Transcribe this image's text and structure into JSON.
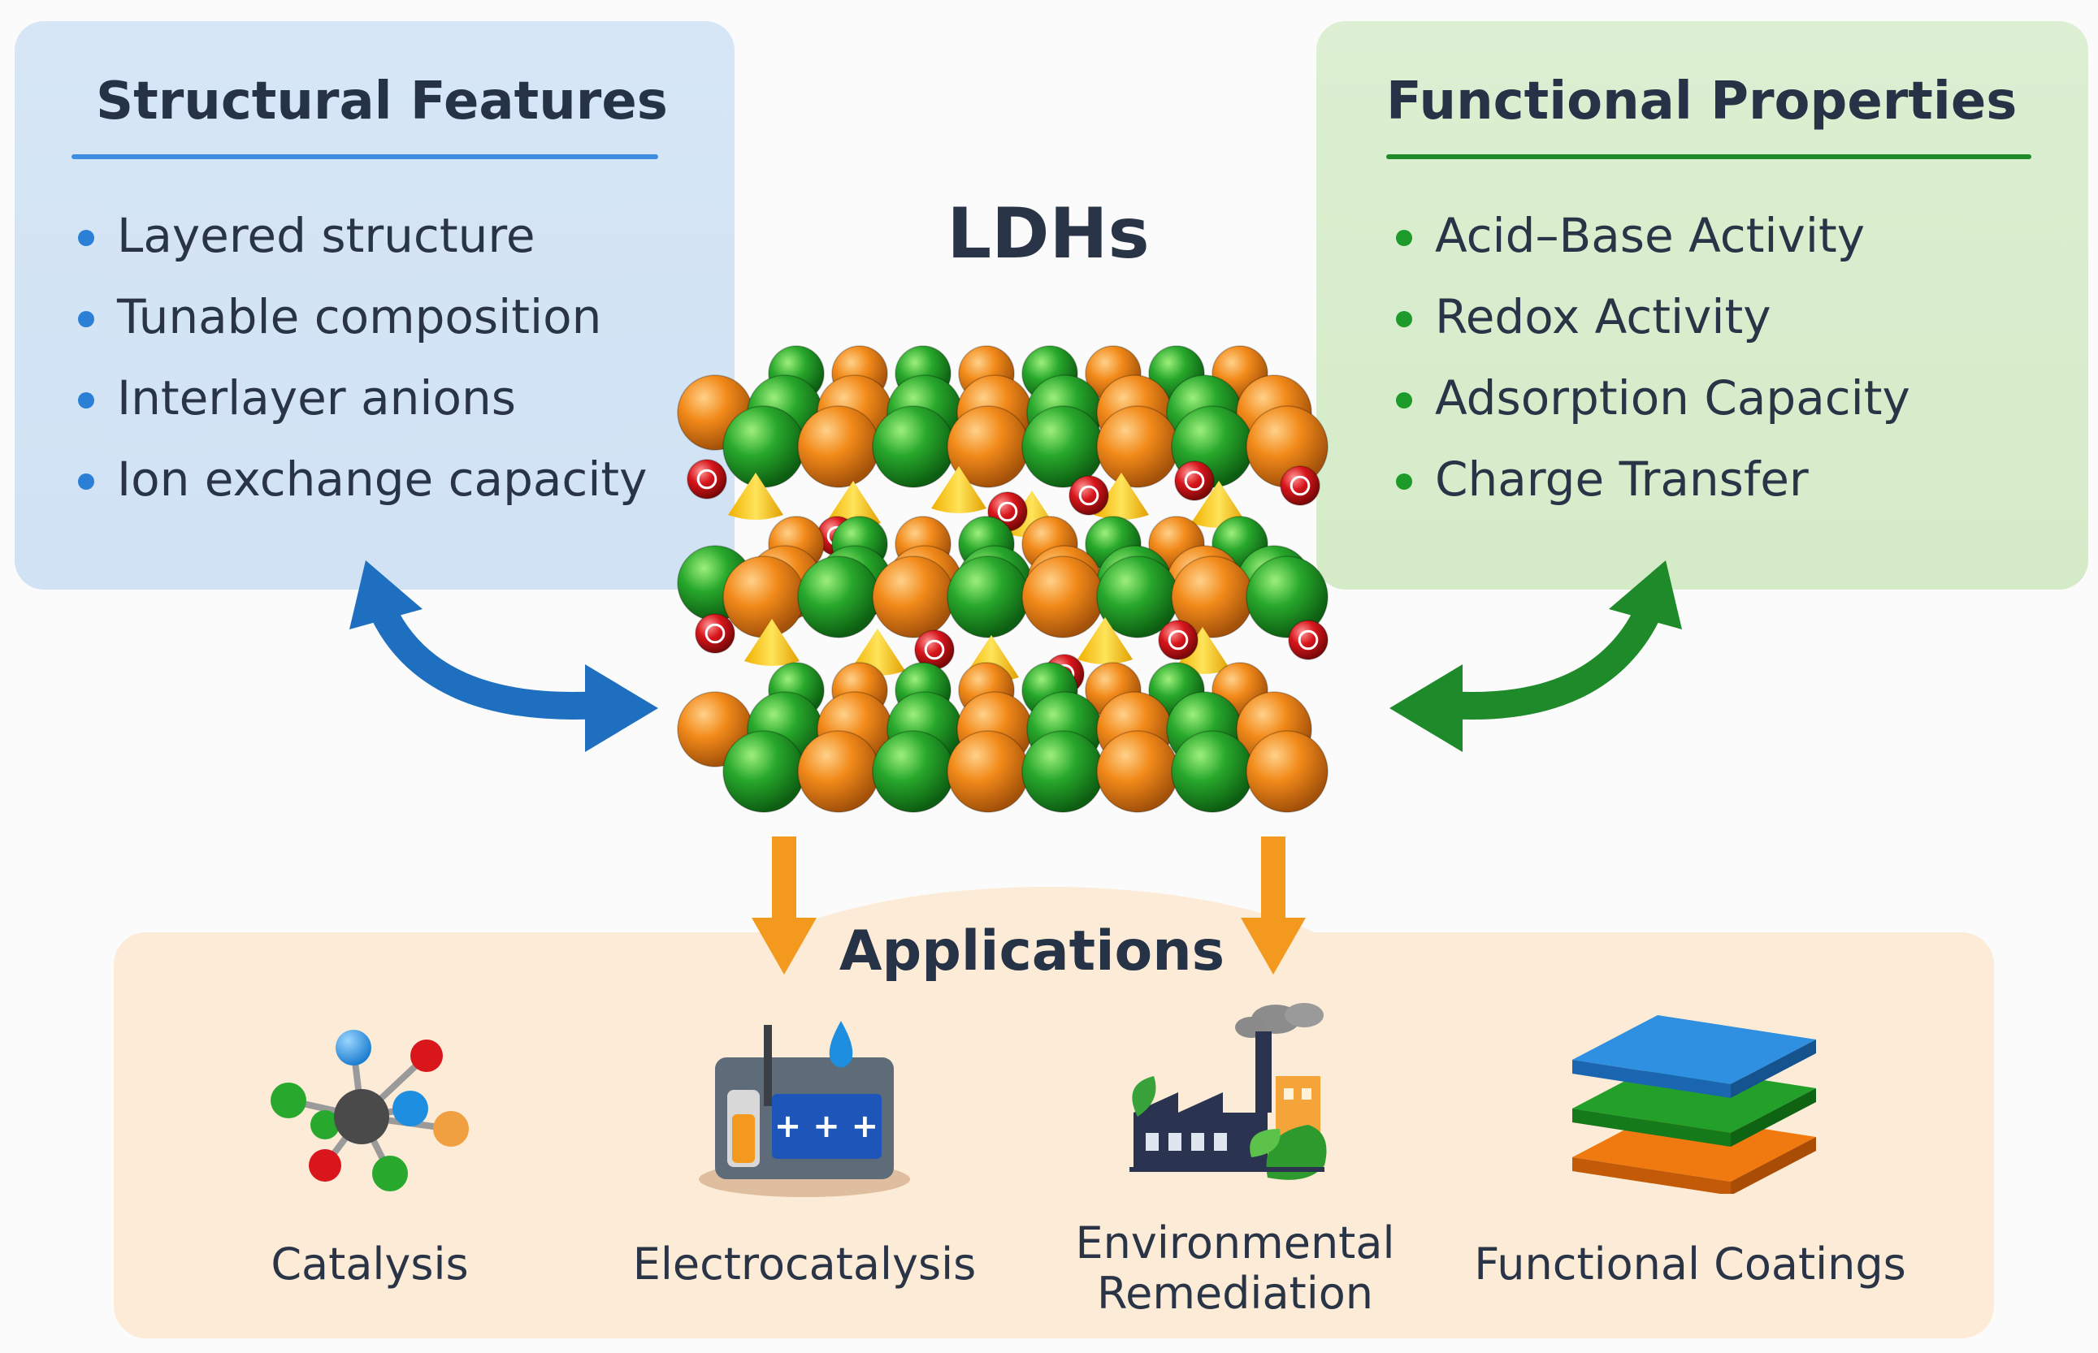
{
  "central": {
    "title": "LDHs"
  },
  "structural": {
    "title": "Structural Features",
    "items": [
      "Layered structure",
      "Tunable composition",
      "Interlayer anions",
      "Ion exchange capacity"
    ]
  },
  "functional": {
    "title": "Functional Properties",
    "items": [
      "Acid–Base Activity",
      "Redox Activity",
      "Adsorption Capacity",
      "Charge Transfer"
    ]
  },
  "applications": {
    "title": "Applications",
    "items": [
      {
        "label": "Catalysis",
        "icon": "molecule-icon"
      },
      {
        "label": "Electrocatalysis",
        "icon": "electrochemical-cell-icon"
      },
      {
        "label_line1": "Environmental",
        "label_line2": "Remediation",
        "icon": "factory-leaf-icon"
      },
      {
        "label": "Functional Coatings",
        "icon": "stacked-layers-icon"
      }
    ]
  },
  "colors": {
    "structural_panel": "#d3e4f5",
    "functional_panel": "#d8edcc",
    "applications_panel": "#fcebd6",
    "blue_arrow": "#1f6fc0",
    "green_arrow": "#1e8a2a",
    "orange_arrow": "#f39a1e",
    "sphere_green": "#23a02a",
    "sphere_orange": "#f28a1a",
    "sphere_red": "#d8161c",
    "cone_yellow": "#f5c400"
  }
}
